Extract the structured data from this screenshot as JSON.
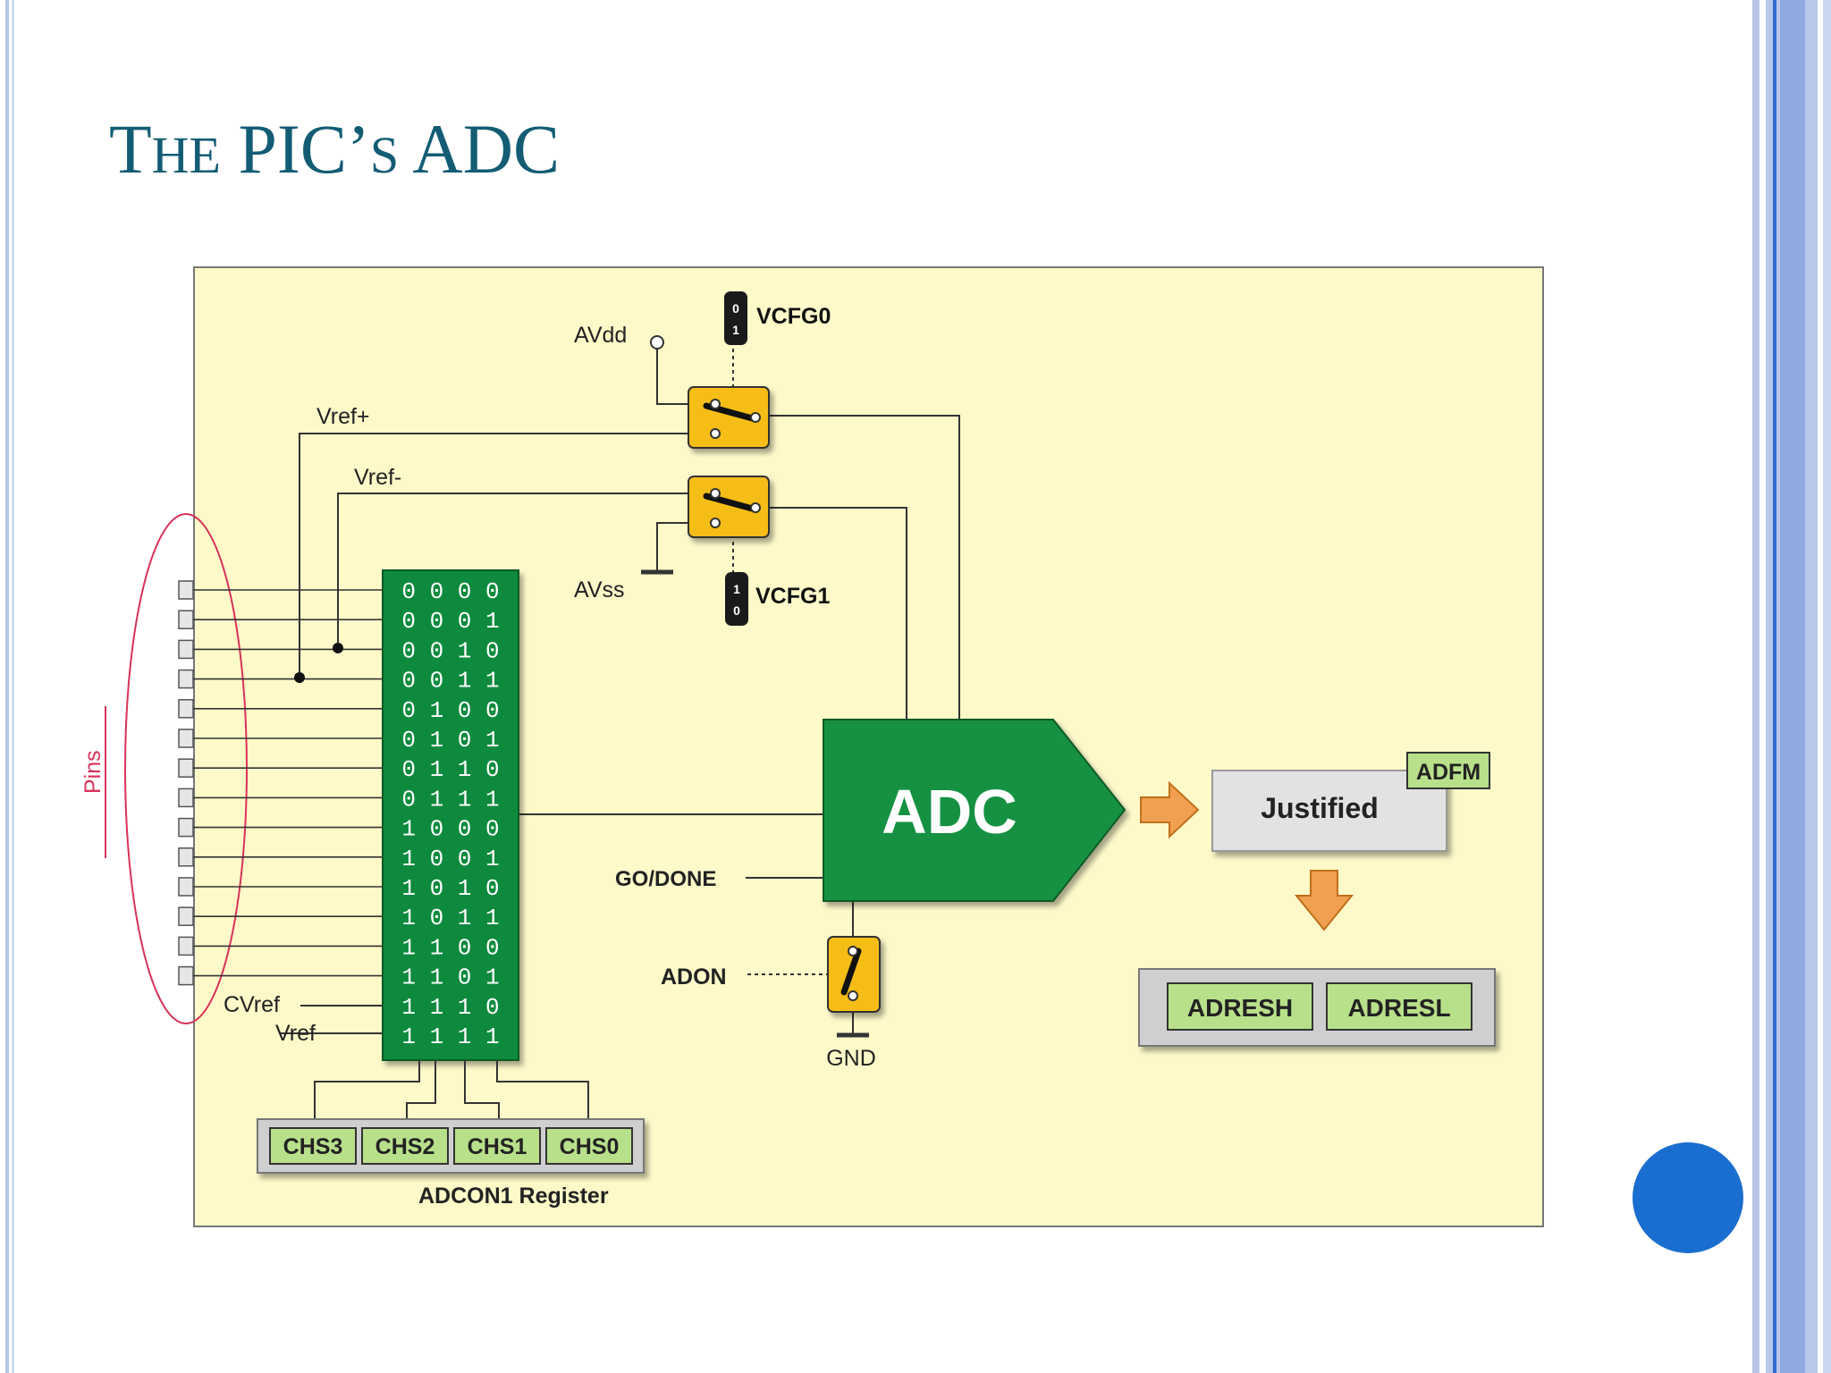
{
  "slide": {
    "title_main": "T",
    "title_sc": "HE",
    "title_mid": " PIC’",
    "title_sc2": "S",
    "title_end": " ADC"
  },
  "diagram": {
    "labels": {
      "avdd": "AVdd",
      "vref_plus": "Vref+",
      "vref_minus": "Vref-",
      "avss": "AVss",
      "vcfg0": "VCFG0",
      "vcfg1": "VCFG1",
      "vcfg0_top": "0",
      "vcfg0_bot": "1",
      "vcfg1_top": "1",
      "vcfg1_bot": "0",
      "adc": "ADC",
      "go_done": "GO/DONE",
      "adon": "ADON",
      "gnd": "GND",
      "justified": "Justified",
      "adfm": "ADFM",
      "adresh": "ADRESH",
      "adresl": "ADRESL",
      "pins": "Pins",
      "cvref": "CVref",
      "vref": "Vref",
      "register": "ADCON1 Register"
    },
    "channel_codes": [
      "0 0 0 0",
      "0 0 0 1",
      "0 0 1 0",
      "0 0 1 1",
      "0 1 0 0",
      "0 1 0 1",
      "0 1 1 0",
      "0 1 1 1",
      "1 0 0 0",
      "1 0 0 1",
      "1 0 1 0",
      "1 0 1 1",
      "1 1 0 0",
      "1 1 0 1",
      "1 1 1 0",
      "1 1 1 1"
    ],
    "register_bits": [
      "CHS3",
      "CHS2",
      "CHS1",
      "CHS0"
    ],
    "colors": {
      "background": "#fdf9c9",
      "mux_green": "#0d8a3d",
      "adc_green": "#159142",
      "switch_yellow": "#f5bd19",
      "arrow_orange": "#f0a050",
      "bit_green": "#b8e08a",
      "title": "#135c74",
      "pins_red": "#d8325a"
    }
  }
}
